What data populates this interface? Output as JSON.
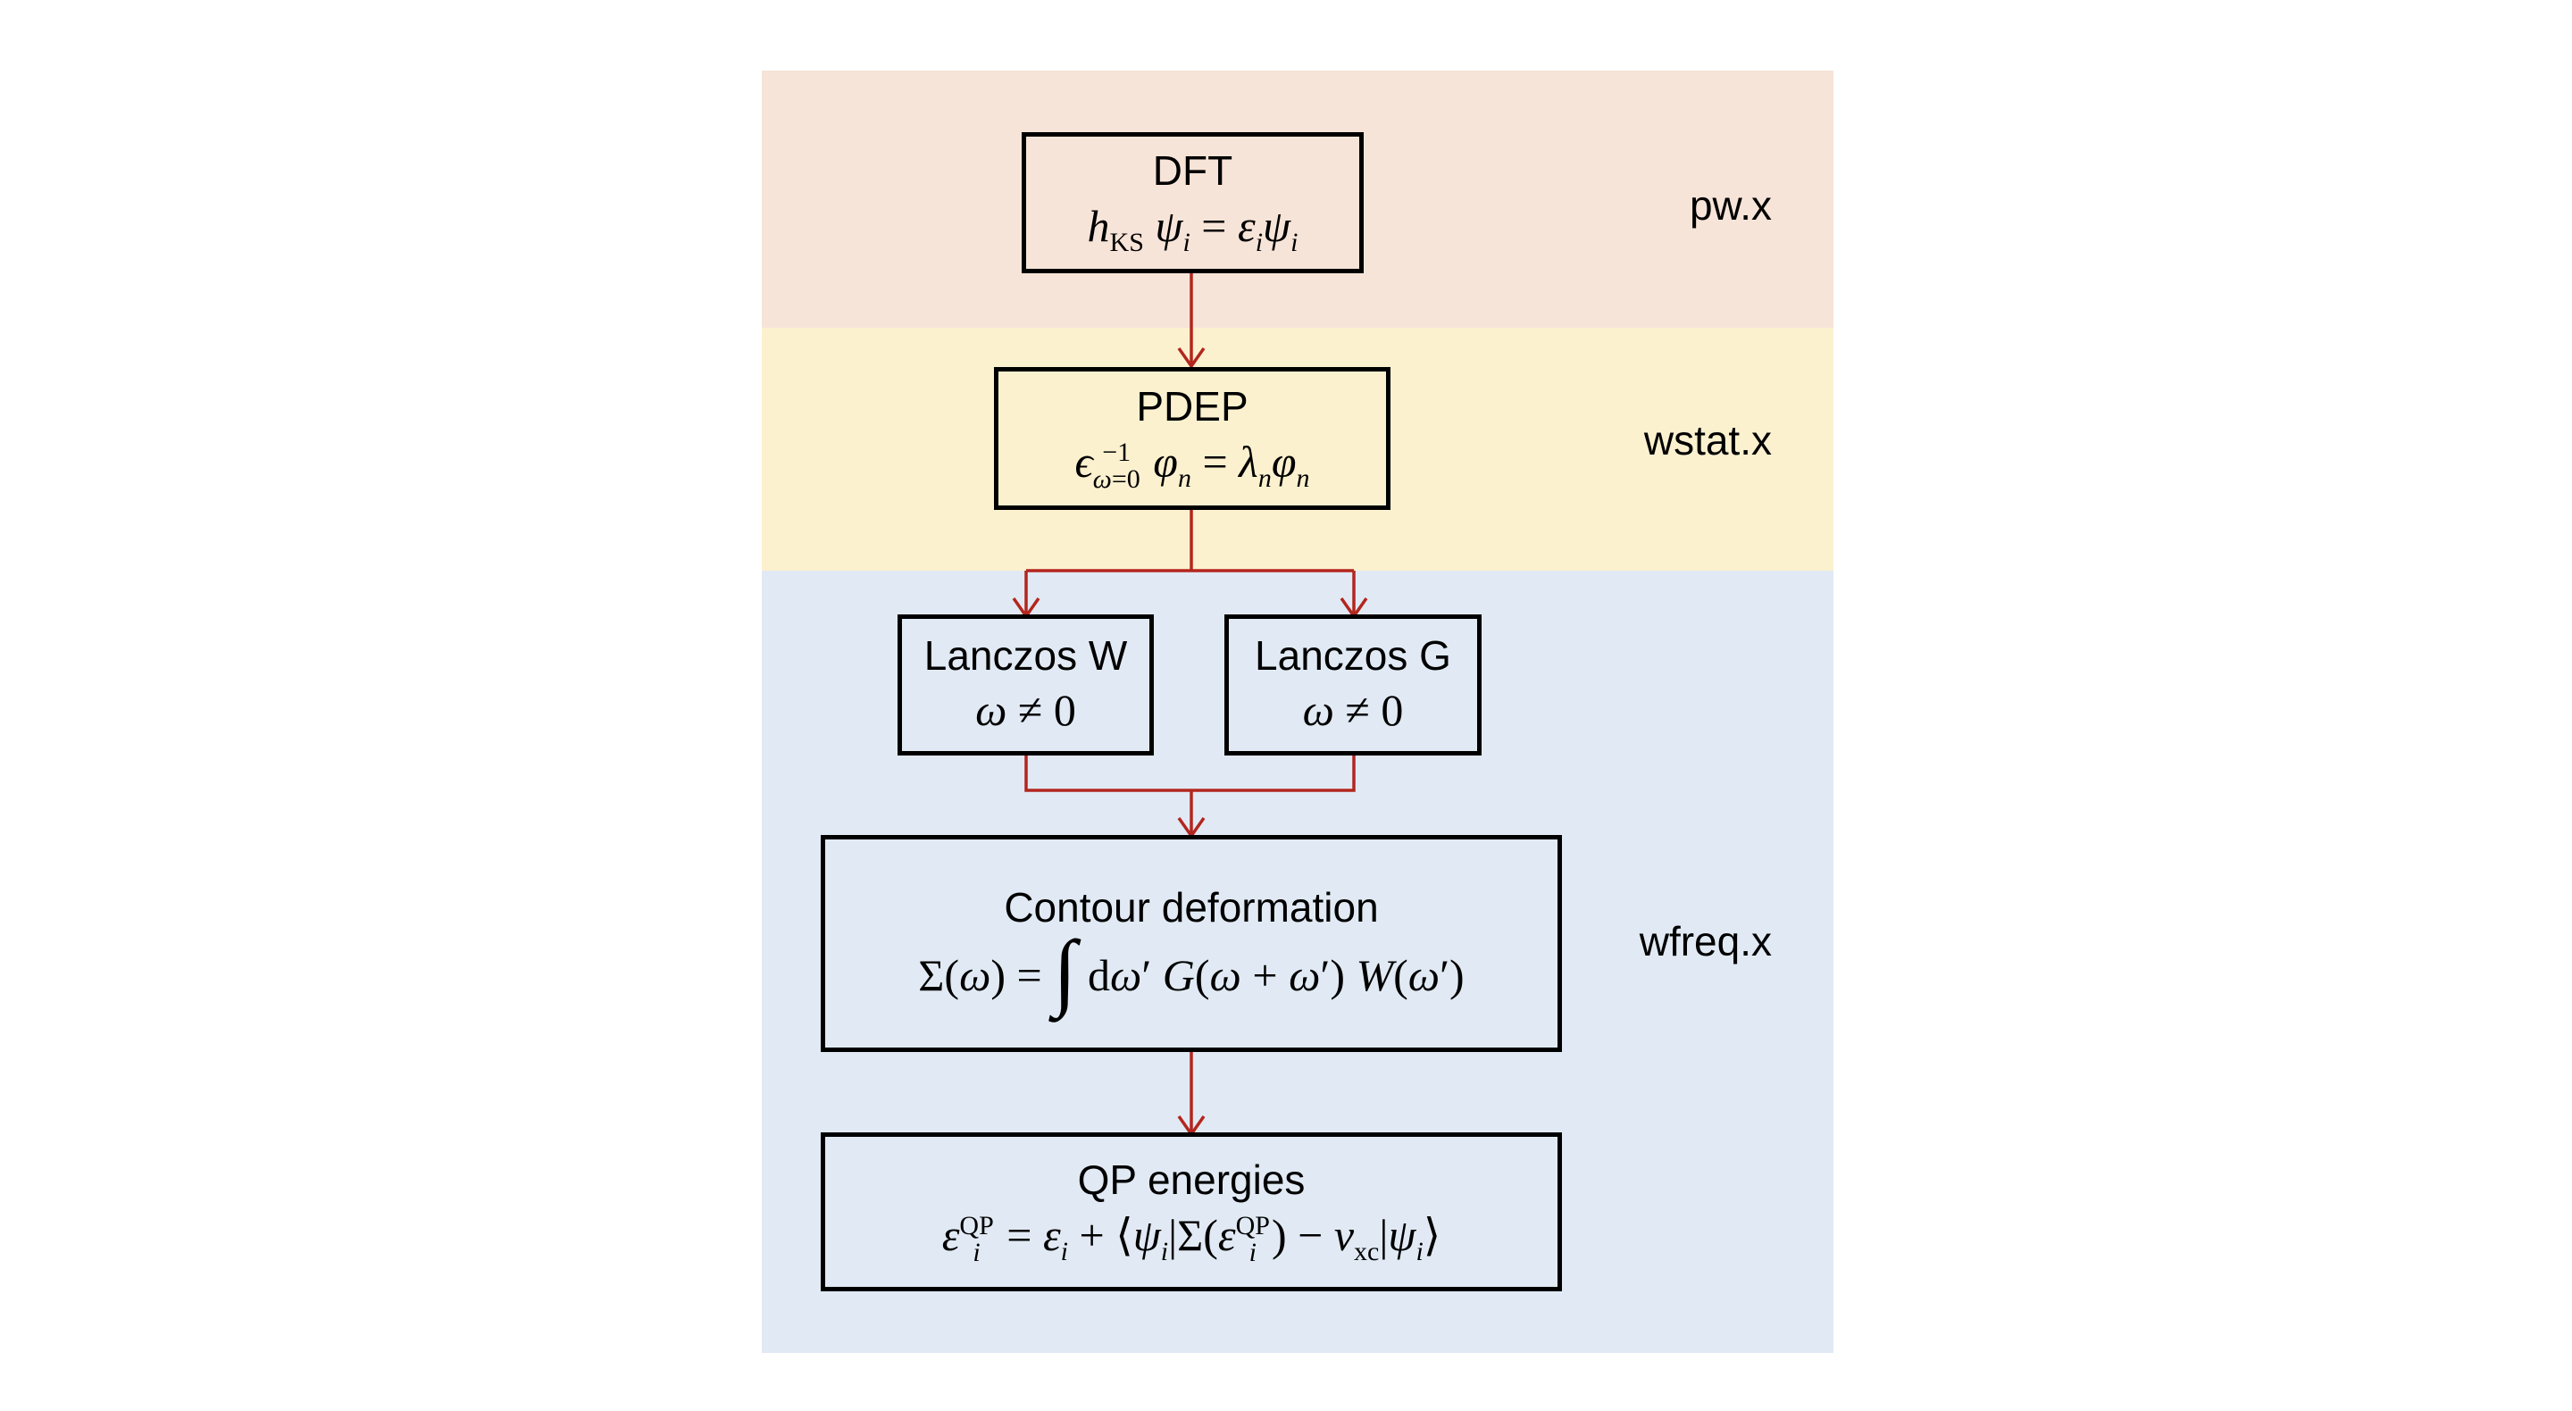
{
  "colors": {
    "band_pw": "#f7e4d8",
    "band_wstat": "#fcf1cf",
    "band_wfreq": "#e1eaf4",
    "arrow": "#b3261e",
    "box_border": "#000000"
  },
  "programs": {
    "pw": "pw.x",
    "wstat": "wstat.x",
    "wfreq": "wfreq.x"
  },
  "boxes": {
    "dft": {
      "title": "DFT"
    },
    "pdep": {
      "title": "PDEP"
    },
    "lanczos_w": {
      "title": "Lanczos W"
    },
    "lanczos_g": {
      "title": "Lanczos G"
    },
    "contour": {
      "title": "Contour deformation"
    },
    "qp": {
      "title": "QP energies"
    }
  },
  "equations": {
    "dft": "h_KS ψ_i = ε_i ψ_i",
    "pdep": "ε^{-1}_{ω=0} φ_n = λ_n φ_n",
    "lanczos_w": "ω ≠ 0",
    "lanczos_g": "ω ≠ 0",
    "contour": "Σ(ω) = ∫ dω′ G(ω + ω′) W(ω′)",
    "qp": "ε_i^QP = ε_i + ⟨ψ_i|Σ(ε_i^QP) − v_xc|ψ_i⟩"
  }
}
